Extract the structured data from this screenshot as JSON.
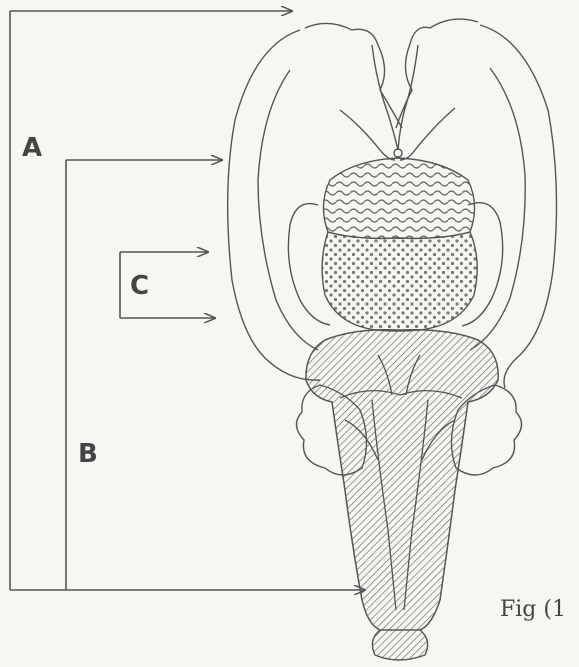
{
  "labels": {
    "a": "A",
    "b": "B",
    "c": "C"
  },
  "caption": "Fig (1",
  "colors": {
    "ink": "#555555",
    "background": "#f6f6f3"
  }
}
